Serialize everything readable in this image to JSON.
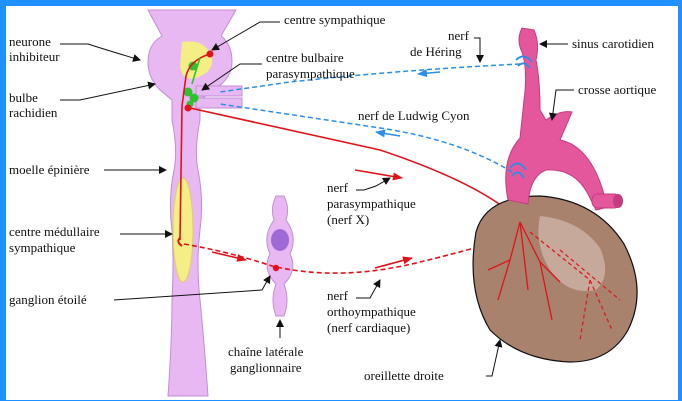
{
  "labels": {
    "neurone_inhibiteur_1": "neurone",
    "neurone_inhibiteur_2": "inhibiteur",
    "bulbe_rachidien_1": "bulbe",
    "bulbe_rachidien_2": "rachidien",
    "moelle_epiniere": "moelle épinière",
    "centre_medullaire_1": "centre médullaire",
    "centre_medullaire_2": "sympathique",
    "ganglion_etoile": "ganglion étoilé",
    "centre_sympathique": "centre sympathique",
    "centre_bulbaire_1": "centre bulbaire",
    "centre_bulbaire_2": "parasympathique",
    "nerf_hering_1": "nerf",
    "nerf_hering_2": "de Héring",
    "sinus_carotidien": "sinus carotidien",
    "crosse_aortique": "crosse aortique",
    "nerf_ludwig_cyon": "nerf de Ludwig Cyon",
    "nerf_para_1": "nerf",
    "nerf_para_2": "parasympathique",
    "nerf_para_3": "(nerf X)",
    "nerf_ortho_1": "nerf",
    "nerf_ortho_2": "orthoympathique",
    "nerf_ortho_3": "(nerf cardiaque)",
    "chaine_laterale_1": "chaîne latérale",
    "chaine_laterale_2": "ganglionnaire",
    "oreillette_droite": "oreillette droite"
  },
  "colors": {
    "background": "#1e90ff",
    "panel": "#ffffff",
    "spinal_cord": "#e7b8f2",
    "medulla_center": "#f5ee86",
    "artery": "#e4579c",
    "heart": "#a8826d",
    "nerve_red": "#e0131a",
    "nerve_blue": "#2a8ee8",
    "node_green": "#2fc12f",
    "ganglion_purple": "#a06ad6"
  }
}
